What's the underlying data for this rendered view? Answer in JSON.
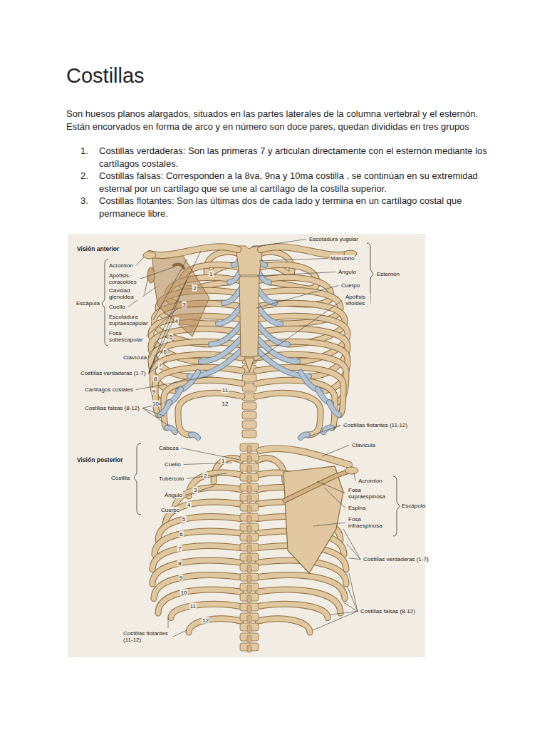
{
  "diagram": {
    "title": "Costillas",
    "labels": [
      "Son huesos planos alargados, situados en las partes laterales de la columna vertebral y el esternón. Están encorvados en forma de arco y en número son doce pares, quedan divididas en tres grupos",
      "1.",
      "Costillas verdaderas: Son las primeras 7 y articulan directamente con el esternón mediante los cartílagos costales.",
      "2.",
      "Costillas falsas: Corresponden a la 8va, 9na y 10ma costilla , se continúan en su extremidad esternal por un cartílago que se une al cartílago de la costilla superior.",
      "3.",
      "Costillas flotantes: Son las últimas dos de cada lado y termina en un cartílago costal que permanece libre.",
      "Visión anterior",
      "Acromion",
      "Apófisis coracoides",
      "Cavidad glenoidea",
      "Cuello",
      "Escotadura supraescapular",
      "Fosa subescapular",
      "Escápula",
      "Clavícula",
      "Costillas verdaderas (1-7)",
      "Cartílagos costales",
      "Costillas falsas (8-12)",
      "Escotadura yugular",
      "Manubrio",
      "Ángulo",
      "Cuerpo",
      "Apófisis xifoides",
      "Esternón",
      "Costillas flotantes (11-12)",
      "1",
      "2",
      "3",
      "4",
      "5",
      "6",
      "7",
      "8",
      "9",
      "10",
      "11",
      "12",
      "Visión posterior",
      "Cabeza",
      "Cuello",
      "Tubérculo",
      "Ángulo",
      "Cuerpo",
      "Costilla",
      "Clavícula",
      "Acromion",
      "Fosa supraespinosa",
      "Espina",
      "Fosa infraespinosa",
      "Escápula",
      "Costillas verdaderas (1-7)",
      "Costillas falsas (8-12)",
      "Costillas flotantes (11-12)",
      "1",
      "2",
      "3",
      "4",
      "5",
      "6",
      "7",
      "8",
      "9",
      "10",
      "11",
      "12"
    ]
  }
}
